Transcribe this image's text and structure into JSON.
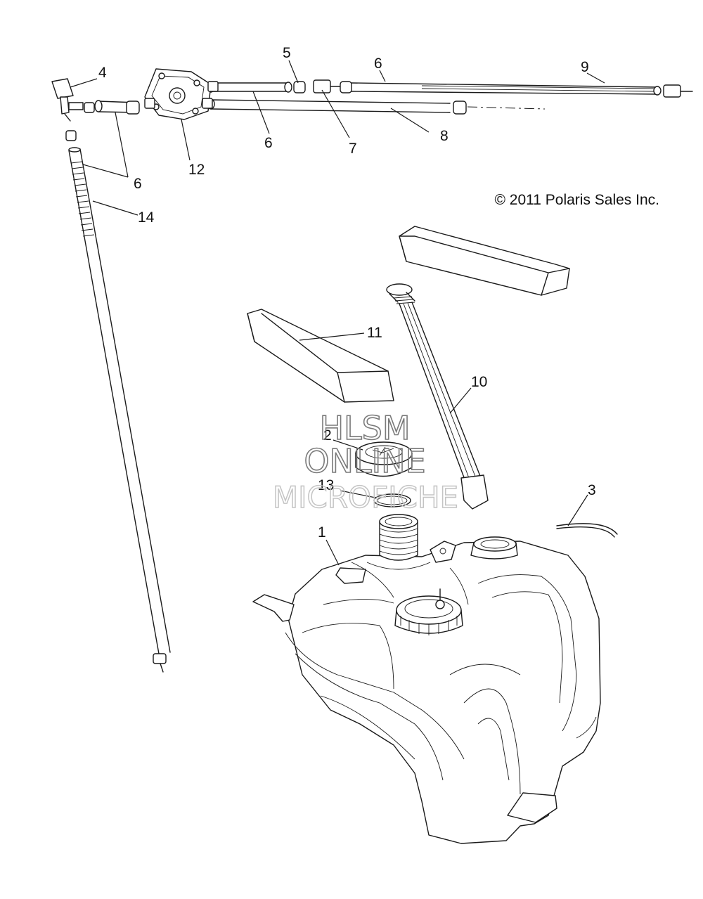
{
  "copyright": "© 2011 Polaris Sales Inc.",
  "watermark": {
    "line1": "HLSM",
    "line2": "ONLINE",
    "line3": "MICROFICHE"
  },
  "callouts": {
    "c1": "1",
    "c2": "2",
    "c3": "3",
    "c4": "4",
    "c5": "5",
    "c6a": "6",
    "c6b": "6",
    "c6c": "6",
    "c7": "7",
    "c8": "8",
    "c9": "9",
    "c10": "10",
    "c11": "11",
    "c12": "12",
    "c13": "13",
    "c14": "14"
  }
}
